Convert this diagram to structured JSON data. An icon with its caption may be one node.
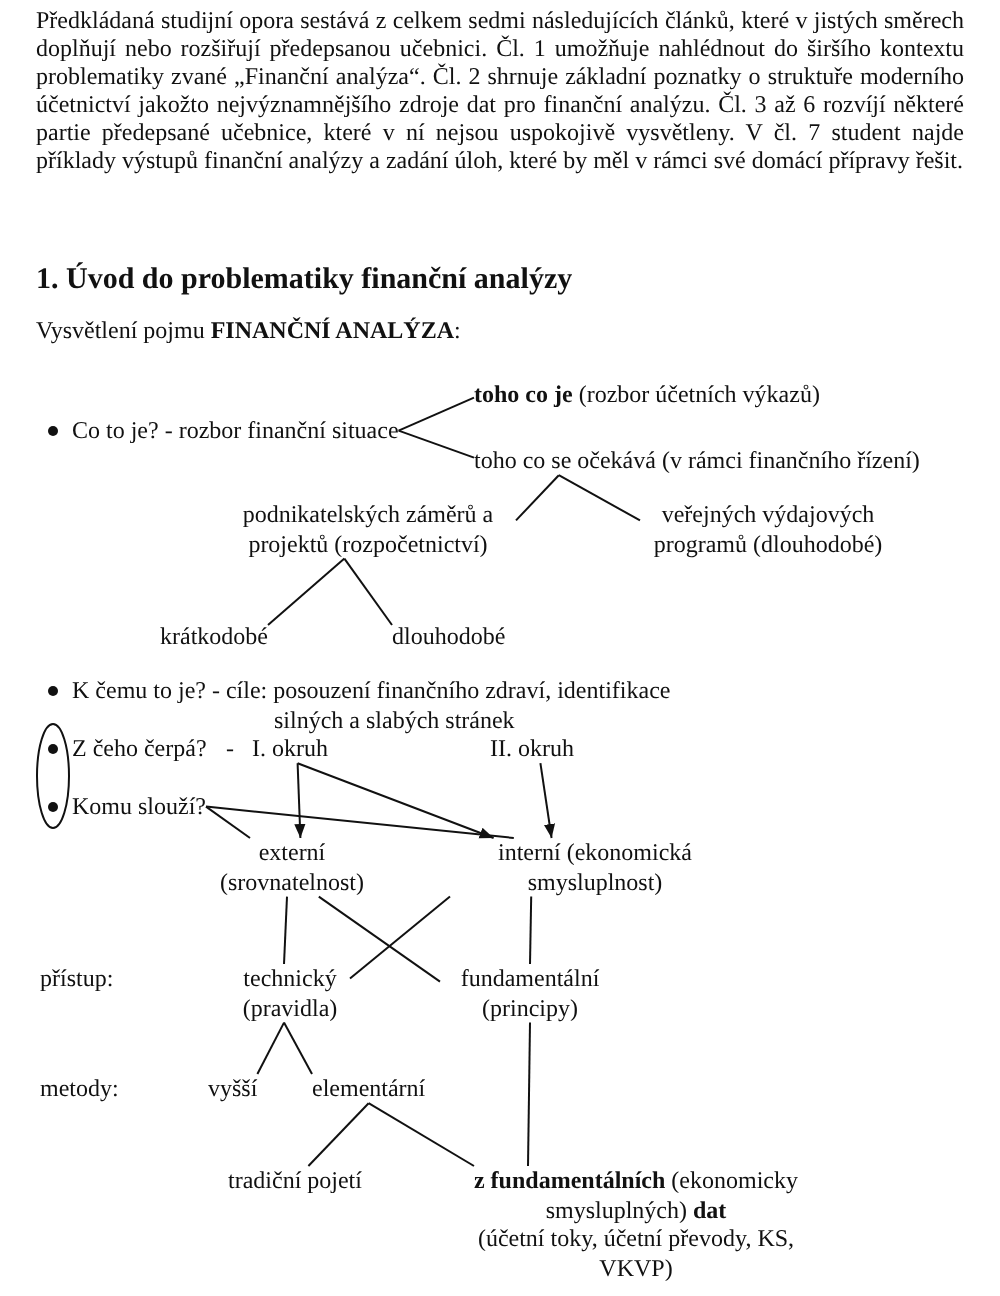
{
  "diagram": {
    "title": "1. Úvod do problematiky finanční analýzy",
    "nodes": [
      {
        "text": [
          "Co to je? - rozbor finanční situace"
        ]
      },
      {
        "text": [
          "**toho co je** (rozbor účetních výkazů)"
        ]
      },
      {
        "text": [
          "toho co se očekává (v rámci finančního řízení)"
        ]
      },
      {
        "text": [
          "podnikatelských záměrů a projektů (rozpočetnictví)"
        ]
      },
      {
        "text": [
          "veřejných výdajových programů (dlouhodobé)"
        ]
      },
      {
        "text": [
          "krátkodobé"
        ]
      },
      {
        "text": [
          "dlouhodobé"
        ]
      },
      {
        "text": [
          "Z čeho čerpá?"
        ]
      },
      {
        "text": [
          "I. okruh"
        ]
      },
      {
        "text": [
          "II. okruh"
        ]
      },
      {
        "text": [
          "Komu slouží?"
        ]
      },
      {
        "text": [
          "externí (srovnatelnost)"
        ]
      },
      {
        "text": [
          "interní (ekonomická smysluplnost)"
        ]
      },
      {
        "text": [
          "technický (pravidla)"
        ]
      },
      {
        "text": [
          "fundamentální (principy)"
        ]
      },
      {
        "text": [
          "vyšší"
        ]
      },
      {
        "text": [
          "elementární"
        ]
      },
      {
        "text": [
          "tradiční pojetí"
        ]
      },
      {
        "text": [
          "**z fundamentálních** (ekonomicky smysluplných) **dat**",
          "(účetní toky, účetní převody, KS, VKVP)"
        ]
      }
    ],
    "edges": [
      {
        "from": 0,
        "to": 1,
        "arrow": "none"
      },
      {
        "from": 0,
        "to": 2,
        "arrow": "none"
      },
      {
        "from": 2,
        "to": 3,
        "arrow": "none"
      },
      {
        "from": 2,
        "to": 4,
        "arrow": "none"
      },
      {
        "from": 3,
        "to": 5,
        "arrow": "none"
      },
      {
        "from": 3,
        "to": 6,
        "arrow": "none"
      },
      {
        "from": 8,
        "to": 11,
        "arrow": "to"
      },
      {
        "from": 8,
        "to": 12,
        "arrow": "to"
      },
      {
        "from": 9,
        "to": 12,
        "arrow": "to"
      },
      {
        "from": 10,
        "to": 11,
        "arrow": "none"
      },
      {
        "from": 10,
        "to": 12,
        "arrow": "none"
      },
      {
        "from": 11,
        "to": 13,
        "arrow": "none"
      },
      {
        "from": 11,
        "to": 14,
        "arrow": "none"
      },
      {
        "from": 12,
        "to": 13,
        "arrow": "none"
      },
      {
        "from": 12,
        "to": 14,
        "arrow": "none"
      },
      {
        "from": 13,
        "to": 15,
        "arrow": "none"
      },
      {
        "from": 13,
        "to": 16,
        "arrow": "none"
      },
      {
        "from": 16,
        "to": 17,
        "arrow": "none"
      },
      {
        "from": 16,
        "to": 18,
        "arrow": "none"
      },
      {
        "from": 14,
        "to": 18,
        "arrow": "none"
      }
    ],
    "labels": [
      "Předkládaná studijní opora sestává z celkem sedmi následujících článků, které v jistých směrech doplňují nebo rozšiřují předepsanou učebnici. Čl. 1 umožňuje nahlédnout do širšího kontextu problematiky zvané „Finanční analýza“. Čl. 2 shrnuje základní poznatky o struktuře moderního účetnictví jakožto nejvýznamnějšího zdroje dat pro finanční analýzu. Čl. 3 až 6 rozvíjí některé partie předepsané učebnice, které v ní nejsou uspokojivě vysvětleny. V čl. 7 student najde příklady výstupů finanční analýzy a zadání úloh, které by měl v rámci své domácí přípravy řešit.",
      "Vysvětlení pojmu **FINANČNÍ ANALÝZA**:",
      "K čemu to je? - cíle: posouzení finančního zdraví, identifikace silných a slabých stránek",
      "-",
      "přístup:",
      "metody:"
    ]
  }
}
